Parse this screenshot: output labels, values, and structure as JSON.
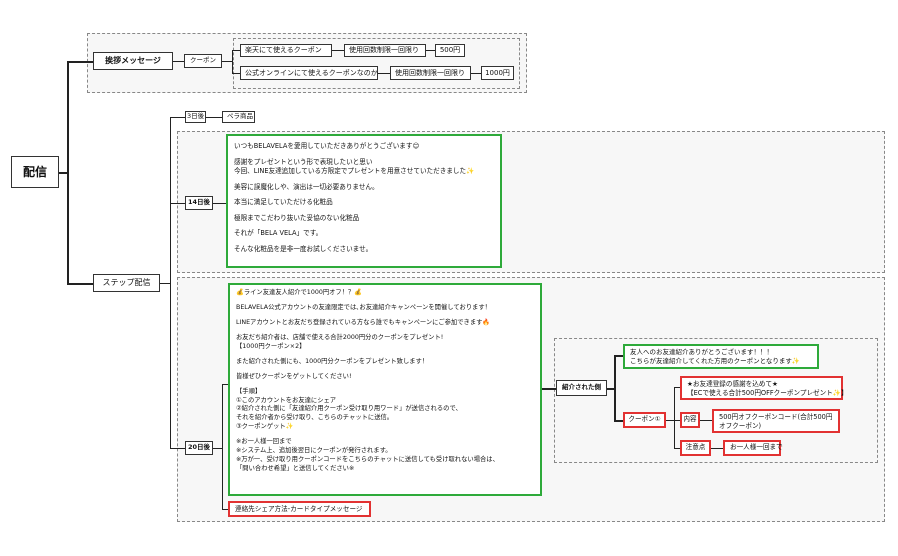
{
  "root": {
    "label": "配信"
  },
  "greeting": {
    "label": "挨拶メッセージ",
    "coupon_label": "クーポン",
    "rows": [
      {
        "name": "楽天にて使えるクーポン",
        "limit": "使用回数制限一回限り",
        "price": "500円"
      },
      {
        "name": "公式オンラインにて使えるクーポンなのか",
        "limit": "使用回数制限一回限り",
        "price": "1000円"
      }
    ]
  },
  "step": {
    "label": "ステップ配信",
    "day3": {
      "label": "3日後",
      "item": "ペラ商品"
    },
    "day14": {
      "label": "14日後",
      "paragraphs": [
        "いつもBELAVELAを愛用していただきありがとうございます😊",
        "感謝をプレゼントという形で表現したいと思い\n今回、LINE友達追加している方限定でプレゼントを用意させていただきました✨",
        "美容に誤魔化しや、演出は一切必要ありません。",
        "本当に満足していただける化粧品",
        "極限までこだわり抜いた妥協のない化粧品",
        "それが「BELA VELA」です。",
        "そんな化粧品を是非一度お試しくださいませ。"
      ]
    },
    "day20": {
      "label": "20日後",
      "paragraphs": [
        "💰ライン友達友人紹介で1000円オフ！？💰",
        "BELAVELA公式アカウントの友達限定では､お友達紹介キャンペーンを開催しております！",
        "LINEアカウントとお友だち登録されている方なら誰でもキャンペーンにご参加できます🔥",
        "お友だち紹介者は、店舗で使える合計2000円分のクーポンをプレゼント!\n【1000円クーポン×2】",
        "また紹介された側にも、1000円分クーポンをプレゼント致します！",
        "皆様ぜひクーポンをゲットしてください!",
        "【手順】\n①このアカウントをお友達にシェア\n②紹介された側に「友達紹介用クーポン受け取り用ワード」が送信されるので、\nそれを紹介者から受け取り、こちらのチャットに送信。\n③クーポンゲット✨",
        "※お一人様一回まで\n※システム上、追加後翌日にクーポンが発行されます。\n※万が一、受け取り用クーポンコードをこちらのチャットに送信しても受け取れない場合は、\n「問い合わせ希望」と送信してください※"
      ],
      "share_message": "連絡先シェア方法-カードタイプメッセージ",
      "referred": {
        "label": "紹介された側",
        "thanks": "友人へのお友達紹介ありがとうございます！！！\nこちらが友達紹介してくれた方用のクーポンとなります✨",
        "coupon_label": "クーポン①",
        "bonus": "★お友達登録の感謝を込めて★\n【ECで使える合計500円OFFクーポンプレゼント✨】",
        "content_label": "内容",
        "content": "500円オフクーポンコード(合計500円\nオフクーポン)",
        "note_label": "注意点",
        "note": "お一人様一回まで"
      }
    }
  }
}
